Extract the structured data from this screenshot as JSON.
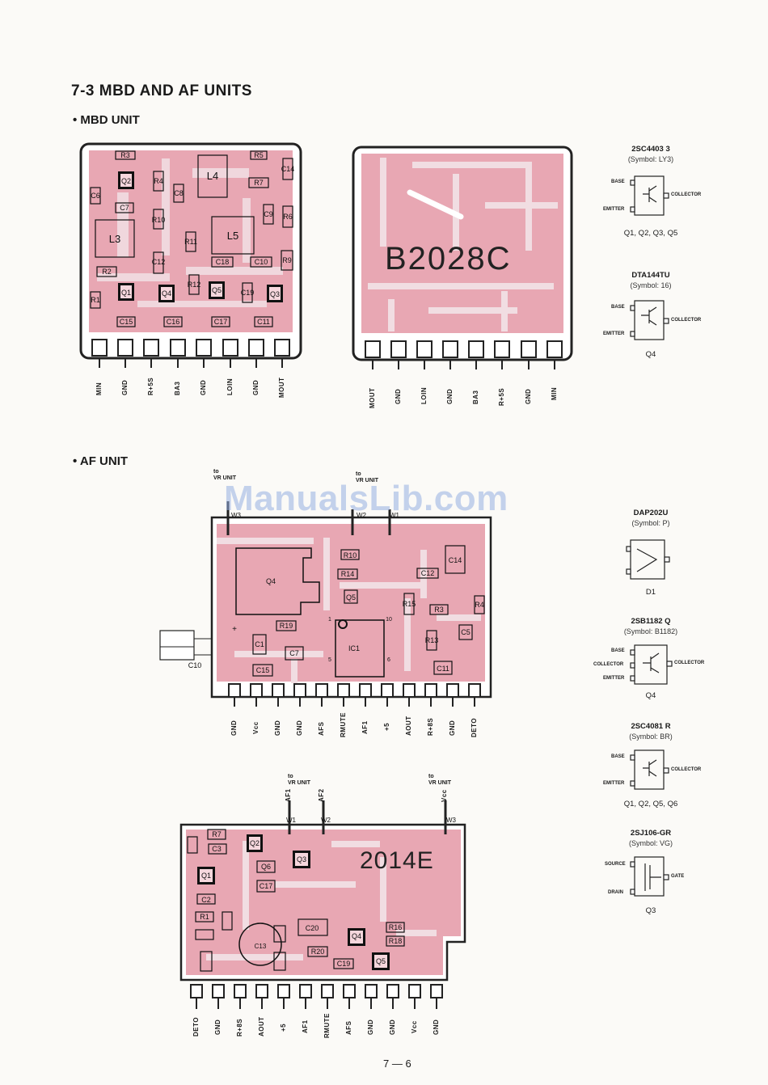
{
  "page": {
    "section_title": "7-3 MBD AND AF UNITS",
    "mbd_title": "• MBD UNIT",
    "af_title": "• AF UNIT",
    "page_number": "7 — 6",
    "watermark": "ManualsLib.com"
  },
  "mbd_front": {
    "components": [
      "R3",
      "R5",
      "Q2",
      "R4",
      "L4",
      "C14",
      "C6",
      "C8",
      "R7",
      "C7",
      "R10",
      "L3",
      "C9",
      "R6",
      "L5",
      "R11",
      "R2",
      "C12",
      "C18",
      "C10",
      "R9",
      "R1",
      "Q1",
      "R12",
      "Q4",
      "Q5",
      "C19",
      "Q3",
      "C15",
      "C16",
      "C17",
      "C11"
    ],
    "pins": [
      "MIN",
      "GND",
      "R+5S",
      "BA3",
      "GND",
      "LOIN",
      "GND",
      "MOUT"
    ]
  },
  "mbd_back": {
    "board_code": "B2028C",
    "pins": [
      "MOUT",
      "GND",
      "LOIN",
      "GND",
      "BA3",
      "R+5S",
      "GND",
      "MIN"
    ]
  },
  "af_front": {
    "to_vr_1": "to\nVR UNIT",
    "to_vr_2": "to\nVR UNIT",
    "wire_labels": [
      "W3",
      "W2",
      "W1"
    ],
    "components": [
      "R10",
      "R14",
      "C12",
      "C14",
      "Q4",
      "R15",
      "R3",
      "R4",
      "Q5",
      "R19",
      "IC1",
      "C1",
      "R13",
      "C5",
      "C7",
      "C11",
      "C15",
      "C10"
    ],
    "ic_pins": [
      "1",
      "10",
      "5",
      "6"
    ],
    "pins": [
      "GND",
      "Vcc",
      "GND",
      "GND",
      "AFS",
      "RMUTE",
      "AF1",
      "+5",
      "AOUT",
      "R+8S",
      "GND",
      "DETO"
    ]
  },
  "af_back": {
    "board_code": "2014E",
    "to_vr_1": "to\nVR UNIT",
    "to_vr_2": "to\nVR UNIT",
    "wire_labels": [
      "W1",
      "W2",
      "W3"
    ],
    "vr_af1": "AF1",
    "vr_af2": "AF2",
    "vcc": "Vcc",
    "components": [
      "R7",
      "Q2",
      "C3",
      "Q3",
      "Q6",
      "C17",
      "C2",
      "R1",
      "C13",
      "C20",
      "R16",
      "R18",
      "R20",
      "C19",
      "Q5",
      "Q1"
    ],
    "pins": [
      "DETO",
      "GND",
      "R+8S",
      "AOUT",
      "+5",
      "AF1",
      "RMUTE",
      "AFS",
      "GND",
      "GND",
      "Vcc",
      "GND"
    ]
  },
  "parts": [
    {
      "part": "2SC4403 3",
      "symbol": "(Symbol: LY3)",
      "pins": [
        "BASE",
        "EMITTER",
        "COLLECTOR"
      ],
      "usage": "Q1, Q2, Q3, Q5"
    },
    {
      "part": "DTA144TU",
      "symbol": "(Symbol: 16)",
      "pins": [
        "BASE",
        "EMITTER",
        "COLLECTOR"
      ],
      "usage": "Q4"
    },
    {
      "part": "DAP202U",
      "symbol": "(Symbol: P)",
      "pins": [],
      "usage": "D1"
    },
    {
      "part": "2SB1182 Q",
      "symbol": "(Symbol: B1182)",
      "pins": [
        "BASE",
        "COLLECTOR",
        "EMITTER",
        "COLLECTOR"
      ],
      "usage": "Q4"
    },
    {
      "part": "2SC4081 R",
      "symbol": "(Symbol: BR)",
      "pins": [
        "BASE",
        "EMITTER",
        "COLLECTOR"
      ],
      "usage": "Q1, Q2, Q5, Q6"
    },
    {
      "part": "2SJ106-GR",
      "symbol": "(Symbol: VG)",
      "pins": [
        "SOURCE",
        "DRAIN",
        "GATE"
      ],
      "usage": "Q3"
    }
  ]
}
